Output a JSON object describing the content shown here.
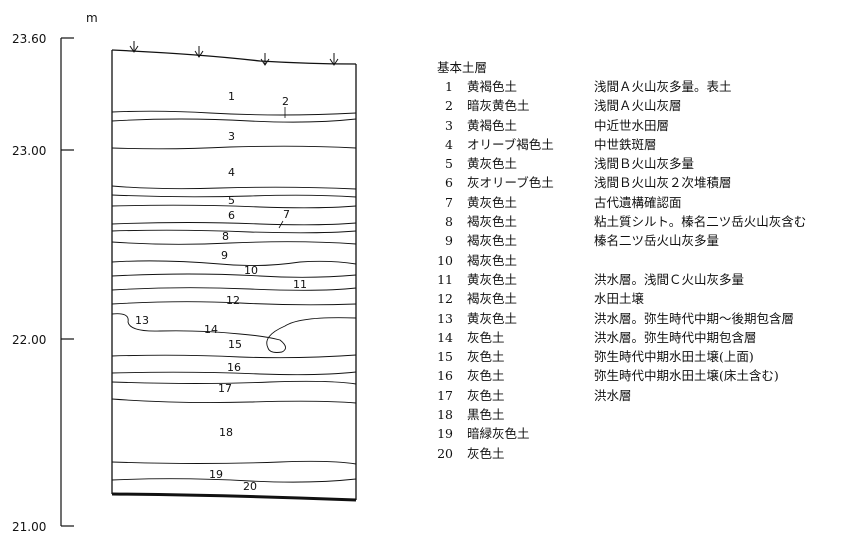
{
  "axis": {
    "unit": "m",
    "ticks": [
      {
        "label": "23.60",
        "value": 23.6
      },
      {
        "label": "23.00",
        "value": 23.0
      },
      {
        "label": "22.00",
        "value": 22.0
      },
      {
        "label": "21.00",
        "value": 21.0
      }
    ]
  },
  "column_layers": [
    "1",
    "2",
    "3",
    "4",
    "5",
    "6",
    "7",
    "8",
    "9",
    "10",
    "11",
    "12",
    "13",
    "14",
    "15",
    "16",
    "17",
    "18",
    "19",
    "20"
  ],
  "legend": {
    "title": "基本土層",
    "rows": [
      {
        "num": "1",
        "soil": "黄褐色土",
        "desc": "浅間Ａ火山灰多量。表土"
      },
      {
        "num": "2",
        "soil": "暗灰黄色土",
        "desc": "浅間Ａ火山灰層"
      },
      {
        "num": "3",
        "soil": "黄褐色土",
        "desc": "中近世水田層"
      },
      {
        "num": "4",
        "soil": "オリーブ褐色土",
        "desc": "中世鉄斑層"
      },
      {
        "num": "5",
        "soil": "黄灰色土",
        "desc": "浅間Ｂ火山灰多量"
      },
      {
        "num": "6",
        "soil": "灰オリーブ色土",
        "desc": "浅間Ｂ火山灰２次堆積層"
      },
      {
        "num": "7",
        "soil": "黄灰色土",
        "desc": "古代遺構確認面"
      },
      {
        "num": "8",
        "soil": "褐灰色土",
        "desc": "粘土質シルト。榛名二ツ岳火山灰含む"
      },
      {
        "num": "9",
        "soil": "褐灰色土",
        "desc": "榛名二ツ岳火山灰多量"
      },
      {
        "num": "10",
        "soil": "褐灰色土",
        "desc": ""
      },
      {
        "num": "11",
        "soil": "黄灰色土",
        "desc": "洪水層。浅間Ｃ火山灰多量"
      },
      {
        "num": "12",
        "soil": "褐灰色土",
        "desc": "水田土壌"
      },
      {
        "num": "13",
        "soil": "黄灰色土",
        "desc": "洪水層。弥生時代中期～後期包含層"
      },
      {
        "num": "14",
        "soil": "灰色土",
        "desc": "洪水層。弥生時代中期包含層"
      },
      {
        "num": "15",
        "soil": "灰色土",
        "desc": "弥生時代中期水田土壌(上面)"
      },
      {
        "num": "16",
        "soil": "灰色土",
        "desc": "弥生時代中期水田土壌(床土含む)"
      },
      {
        "num": "17",
        "soil": "灰色土",
        "desc": "洪水層"
      },
      {
        "num": "18",
        "soil": "黒色土",
        "desc": ""
      },
      {
        "num": "19",
        "soil": "暗緑灰色土",
        "desc": ""
      },
      {
        "num": "20",
        "soil": "灰色土",
        "desc": ""
      }
    ]
  }
}
